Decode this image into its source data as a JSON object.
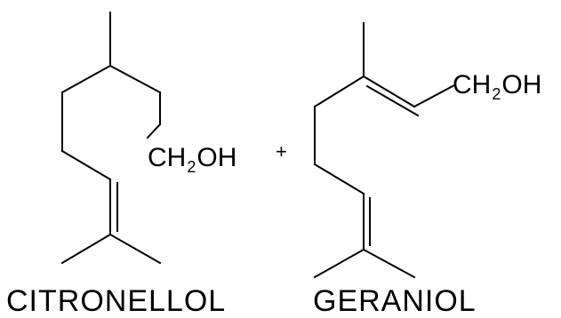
{
  "molecules": {
    "citronellol": {
      "group_main": "CH",
      "group_sub": "2",
      "group_tail": "OH",
      "name": "CITRONELLOL"
    },
    "geraniol": {
      "group_main": "CH",
      "group_sub": "2",
      "group_tail": "OH",
      "name": "GERANIOL"
    }
  },
  "plus_sign": "+",
  "colors": {
    "ink": "#000000",
    "background": "#ffffff"
  }
}
